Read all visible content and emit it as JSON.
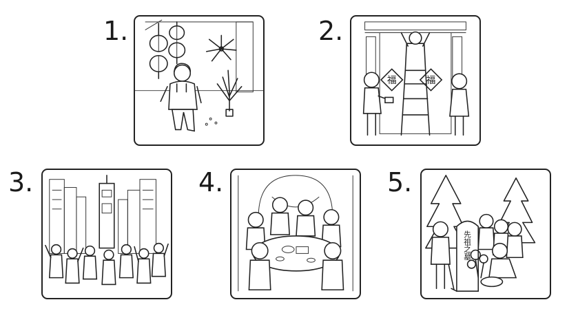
{
  "pictures": [
    {
      "number": "1.",
      "scene": "lanterns-fireworks"
    },
    {
      "number": "2.",
      "scene": "couplets-fu"
    },
    {
      "number": "3.",
      "scene": "times-square"
    },
    {
      "number": "4.",
      "scene": "family-dinner"
    },
    {
      "number": "5.",
      "scene": "tomb-sweeping"
    }
  ],
  "tomb_inscription": "先祖之墓",
  "fu_character": "福"
}
